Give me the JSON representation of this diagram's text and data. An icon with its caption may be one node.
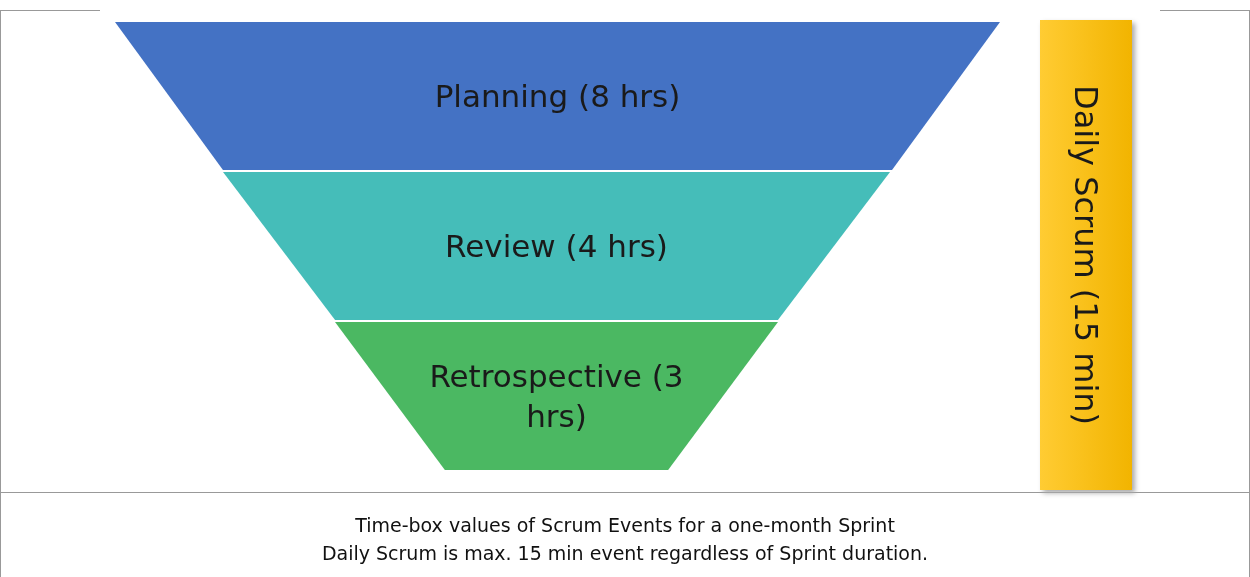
{
  "diagram": {
    "caption": "Time-box values of Scrum Events for a one-month Sprint",
    "nodes": [
      {
        "text": [
          "Planning (8 hrs)"
        ]
      },
      {
        "text": [
          "Review (4 hrs)"
        ]
      },
      {
        "text": [
          "Retrospective (3 hrs)"
        ]
      },
      {
        "text": [
          "Daily Scrum (15 min)"
        ]
      }
    ],
    "labels": [
      "Daily Scrum is max. 15 min event regardless of Sprint duration."
    ]
  }
}
